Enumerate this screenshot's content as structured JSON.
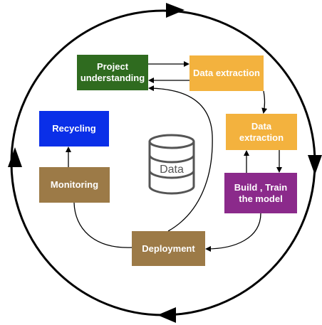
{
  "boxes": {
    "project_understanding": {
      "label": "Project understanding",
      "color": "#2f6b1f"
    },
    "data_extraction_1": {
      "label": "Data extraction",
      "color": "#f3b23e"
    },
    "data_extraction_2": {
      "label": "Data extraction",
      "color": "#f3b23e"
    },
    "build_train": {
      "label": "Build , Train the model",
      "color": "#8b2a8b"
    },
    "deployment": {
      "label": "Deployment",
      "color": "#9c7a47"
    },
    "monitoring": {
      "label": "Monitoring",
      "color": "#9c7a47"
    },
    "recycling": {
      "label": "Recycling",
      "color": "#0a2fe8"
    }
  },
  "database": {
    "label": "Data",
    "icon": "database-icon"
  },
  "outer_cycle": {
    "icon": "cycle-arrows-icon",
    "color": "#000000"
  }
}
